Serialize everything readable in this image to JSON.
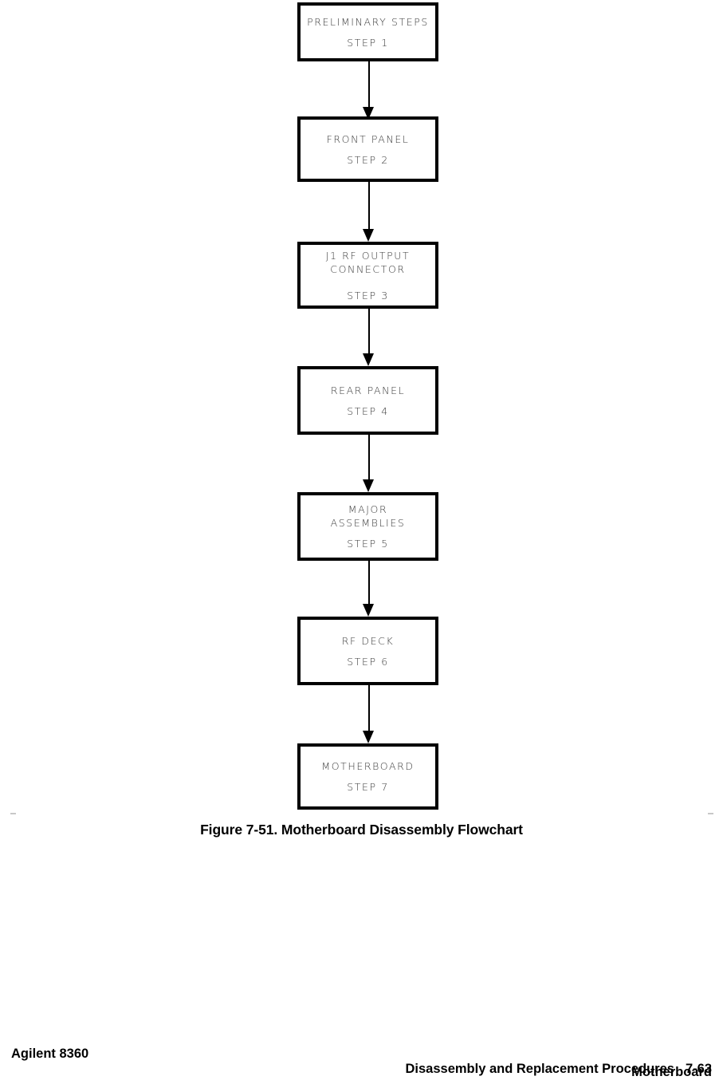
{
  "document": {
    "figure_caption": "Figure 7-51. Motherboard Disassembly Flowchart"
  },
  "flowchart": {
    "type": "flowchart",
    "orientation": "vertical-top-to-bottom",
    "connector": "down-arrow",
    "nodes": [
      {
        "title": "PRELIMINARY  STEPS",
        "step": "STEP  1",
        "spacing": "tight"
      },
      {
        "title": "FRONT  PANEL",
        "step": "STEP  2",
        "spacing": "tight"
      },
      {
        "title": "J1  RF  OUTPUT\nCONNECTOR",
        "step": "STEP  3",
        "spacing": "gap"
      },
      {
        "title": "REAR  PANEL",
        "step": "STEP  4",
        "spacing": "tight"
      },
      {
        "title": "MAJOR\nASSEMBLIES",
        "step": "STEP  5",
        "spacing": "tight"
      },
      {
        "title": "RF  DECK",
        "step": "STEP  6",
        "spacing": "tight"
      },
      {
        "title": "MOTHERBOARD",
        "step": "STEP  7",
        "spacing": "tight"
      }
    ]
  },
  "footer": {
    "product": "Agilent 8360",
    "section": "Disassembly and Replacement Procedures",
    "page_number": "7-63",
    "subsection": "Motherboard"
  },
  "colors": {
    "border": "#000000",
    "text": "#000000",
    "node_text": "#3a3a3a",
    "background": "#ffffff",
    "crop_tick": "#c8c8c8"
  }
}
